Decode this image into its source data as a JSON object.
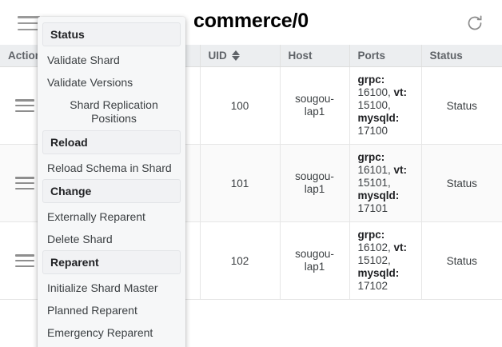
{
  "topbar": {
    "menu_icon": "hamburger-icon",
    "title": "commerce/0",
    "refresh_icon": "refresh-icon"
  },
  "table": {
    "columns": [
      {
        "key": "action",
        "label": "Action",
        "sortable": false
      },
      {
        "key": "uid",
        "label": "UID",
        "sortable": true
      },
      {
        "key": "host",
        "label": "Host",
        "sortable": false
      },
      {
        "key": "ports",
        "label": "Ports",
        "sortable": false
      },
      {
        "key": "status",
        "label": "Status",
        "sortable": false
      }
    ],
    "rows": [
      {
        "action_icon": "hamburger-icon",
        "uid": "100",
        "host": "sougou-lap1",
        "ports": [
          {
            "name": "grpc:",
            "value": "16100,"
          },
          {
            "name": "vt:",
            "value": "15100,"
          },
          {
            "name": "mysqld:",
            "value": "17100"
          }
        ],
        "status": "Status"
      },
      {
        "action_icon": "hamburger-icon",
        "uid": "101",
        "host": "sougou-lap1",
        "ports": [
          {
            "name": "grpc:",
            "value": "16101,"
          },
          {
            "name": "vt:",
            "value": "15101,"
          },
          {
            "name": "mysqld:",
            "value": "17101"
          }
        ],
        "status": "Status"
      },
      {
        "action_icon": "hamburger-icon",
        "uid": "102",
        "host": "sougou-lap1",
        "ports": [
          {
            "name": "grpc:",
            "value": "16102,"
          },
          {
            "name": "vt:",
            "value": "15102,"
          },
          {
            "name": "mysqld:",
            "value": "17102"
          }
        ],
        "status": "Status"
      }
    ]
  },
  "context_menu": {
    "entries": [
      {
        "type": "section",
        "label": "Status"
      },
      {
        "type": "item",
        "label": "Validate Shard"
      },
      {
        "type": "item",
        "label": "Validate Versions"
      },
      {
        "type": "item",
        "label": "Shard Replication Positions",
        "indented": true
      },
      {
        "type": "section",
        "label": "Reload"
      },
      {
        "type": "item",
        "label": "Reload Schema in Shard"
      },
      {
        "type": "section",
        "label": "Change"
      },
      {
        "type": "item",
        "label": "Externally Reparent"
      },
      {
        "type": "item",
        "label": "Delete Shard"
      },
      {
        "type": "section",
        "label": "Reparent"
      },
      {
        "type": "item",
        "label": "Initialize Shard Master"
      },
      {
        "type": "item",
        "label": "Planned Reparent"
      },
      {
        "type": "item",
        "label": "Emergency Reparent"
      }
    ]
  },
  "colors": {
    "header_bg": "#eceef0",
    "row_alt_bg": "#fafafa",
    "menu_bg": "#f6f7f8",
    "menu_section_bg": "#f1f2f4",
    "text": "#3c4043"
  }
}
